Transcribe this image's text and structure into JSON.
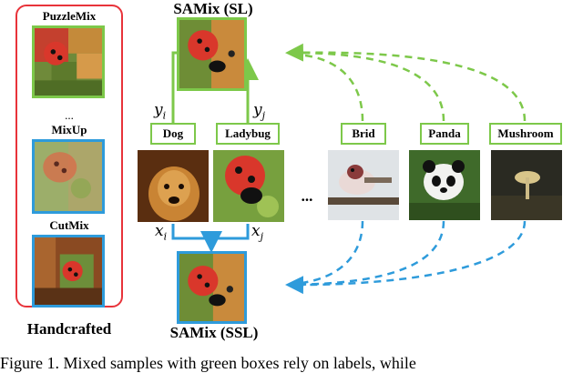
{
  "handcrafted": {
    "title": "Handcrafted",
    "methods": [
      "PuzzleMix",
      "MixUp",
      "CutMix"
    ],
    "ellipsis": "..."
  },
  "samix_sl": {
    "label": "SAMix (SL)"
  },
  "samix_ssl": {
    "label": "SAMix (SSL)"
  },
  "inputs": {
    "labels": [
      "Dog",
      "Ladybug"
    ],
    "label_vars": [
      "y_i",
      "y_j"
    ],
    "sample_vars": [
      "x_i",
      "x_j"
    ]
  },
  "others": {
    "ellipsis": "...",
    "labels": [
      "Brid",
      "Panda",
      "Mushroom"
    ]
  },
  "caption": "Figure 1. Mixed samples with green boxes rely on labels, while",
  "colors": {
    "green": "#7dc84a",
    "blue": "#2e9bdb",
    "red": "#e8333a"
  }
}
